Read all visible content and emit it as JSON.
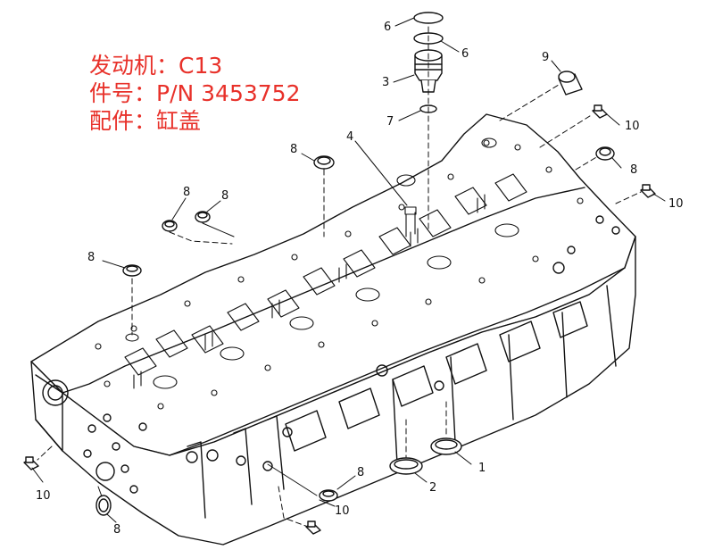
{
  "header": {
    "engine": "发动机：C13",
    "part_number": "件号：P/N 3453752",
    "component": "配件：缸盖"
  },
  "callouts": {
    "c1": "1",
    "c2": "2",
    "c3": "3",
    "c4": "4",
    "c6a": "6",
    "c6b": "6",
    "c7": "7",
    "c8a": "8",
    "c8b": "8",
    "c8c": "8",
    "c8d": "8",
    "c8e": "8",
    "c8f": "8",
    "c8g": "8",
    "c9": "9",
    "c10a": "10",
    "c10b": "10",
    "c10c": "10",
    "c10d": "10"
  }
}
